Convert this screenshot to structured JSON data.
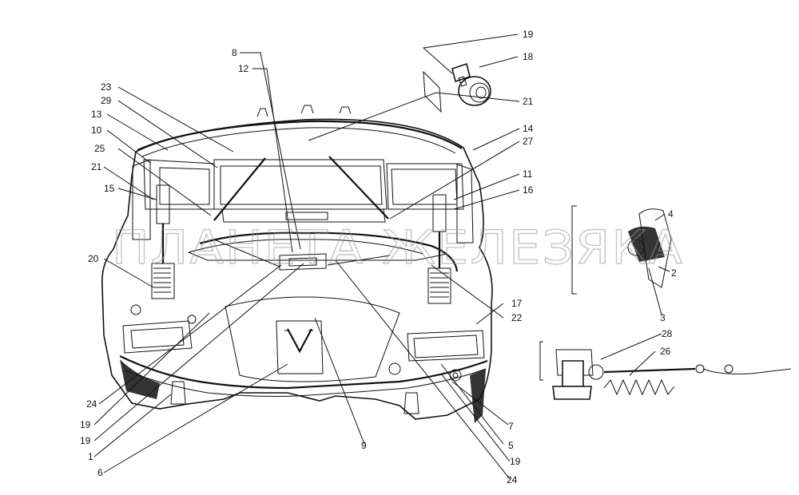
{
  "watermark": "ПЛАНЕТА ЖЕЛЕЗЯКА",
  "callouts": {
    "c19_top": "19",
    "c18": "18",
    "c21_top": "21",
    "c8": "8",
    "c12": "12",
    "c23": "23",
    "c29": "29",
    "c13": "13",
    "c10": "10",
    "c25": "25",
    "c21_left": "21",
    "c15": "15",
    "c14": "14",
    "c27": "27",
    "c11": "11",
    "c16": "16",
    "c4": "4",
    "c2": "2",
    "c3": "3",
    "c20": "20",
    "c17": "17",
    "c22": "22",
    "c28": "28",
    "c26": "26",
    "c24_left": "24",
    "c19_l1": "19",
    "c19_l2": "19",
    "c1": "1",
    "c6": "6",
    "c9": "9",
    "c7": "7",
    "c5": "5",
    "c19_r": "19",
    "c24_r": "24"
  }
}
